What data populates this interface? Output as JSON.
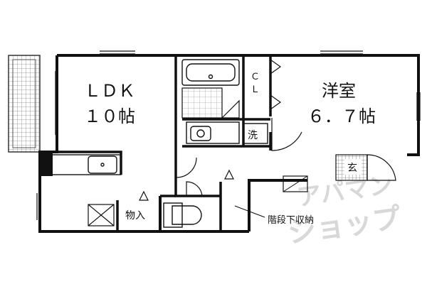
{
  "rooms": {
    "ldk_name": "ＬＤＫ",
    "ldk_size": "１０帖",
    "western_name": "洋室",
    "western_size": "６．７帖",
    "closet": [
      "Ｃ",
      "Ｌ"
    ],
    "washer": "洗",
    "storage": "物入",
    "entrance": "玄",
    "understair_storage": "階段下収納"
  },
  "watermark": {
    "line1": "アパマン",
    "line2": "ショップ"
  },
  "colors": {
    "wall": "#111111",
    "tile": "#999999",
    "background": "#ffffff"
  }
}
